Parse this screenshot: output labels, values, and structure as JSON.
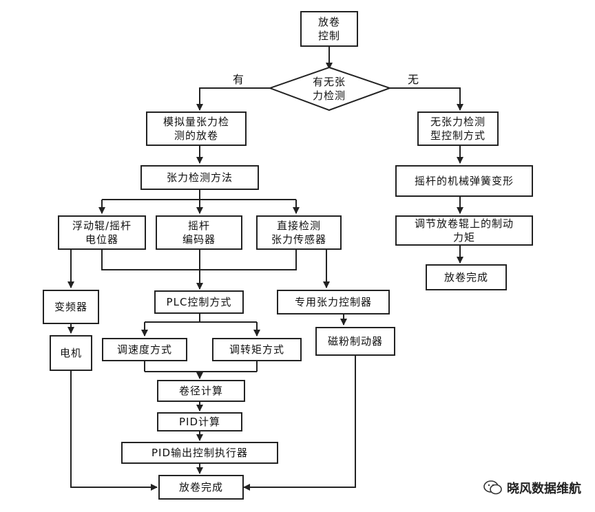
{
  "nodes": {
    "start": "放卷\n控制",
    "decision": "有无张\n力检测",
    "analog": "模拟量张力检\n测的放卷",
    "no_tension": "无张力检测\n型控制方式",
    "method": "张力检测方法",
    "dancer": "浮动辊/摇杆\n电位器",
    "rocker_encoder": "摇杆\n编码器",
    "direct_sensor": "直接检测\n张力传感器",
    "rocker_spring": "摇杆的机械弹簧变形",
    "adjust_torque": "调节放卷辊上的制动\n力矩",
    "done_right": "放卷完成",
    "inverter": "变频器",
    "plc": "PLC控制方式",
    "tension_controller": "专用张力控制器",
    "motor": "电机",
    "speed_mode": "调速度方式",
    "torque_mode": "调转矩方式",
    "magnetic_brake": "磁粉制动器",
    "diameter_calc": "卷径计算",
    "pid_calc": "PID计算",
    "pid_output": "PID输出控制执行器",
    "done_bottom": "放卷完成"
  },
  "edge_labels": {
    "yes": "有",
    "no": "无"
  },
  "watermark": {
    "text": "晓风数据维航",
    "icon": "wechat-icon"
  }
}
